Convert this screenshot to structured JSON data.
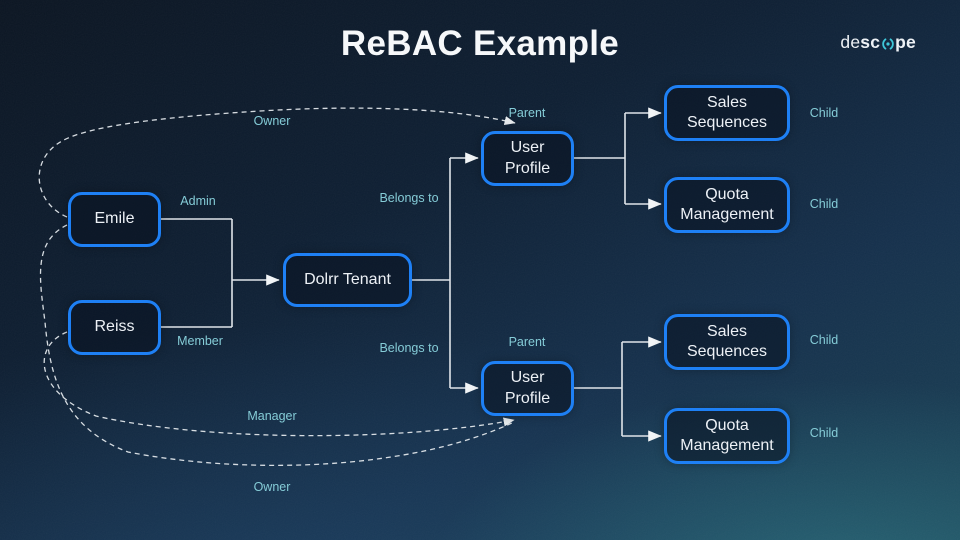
{
  "title": "ReBAC Example",
  "brand": {
    "part1": "de",
    "part2": "sc",
    "part3": "pe",
    "mark": "descope-ring-icon"
  },
  "nodes": {
    "emile": "Emile",
    "reiss": "Reiss",
    "dolrr_tenant": "Dolrr Tenant",
    "user_profile_top": "User Profile",
    "user_profile_bottom": "User Profile",
    "sales_sequences_top": "Sales Sequences",
    "quota_management_top": "Quota Management",
    "sales_sequences_bottom": "Sales Sequences",
    "quota_management_bottom": "Quota Management"
  },
  "edge_labels": {
    "owner_top": "Owner",
    "admin": "Admin",
    "member": "Member",
    "manager": "Manager",
    "owner_bottom": "Owner",
    "belongs_to_top": "Belongs to",
    "belongs_to_bottom": "Belongs to",
    "parent_top": "Parent",
    "parent_bottom": "Parent",
    "child_sales_top": "Child",
    "child_quota_top": "Child",
    "child_sales_bottom": "Child",
    "child_quota_bottom": "Child"
  },
  "colors": {
    "node_border": "#1e80f5",
    "edge_label_text": "#85ccd7",
    "line": "#dfe4e9",
    "background_dark": "#0b1522",
    "background_teal": "#1b4256",
    "brand_accent": "#3fc8da",
    "node_text": "#edf1f6"
  }
}
